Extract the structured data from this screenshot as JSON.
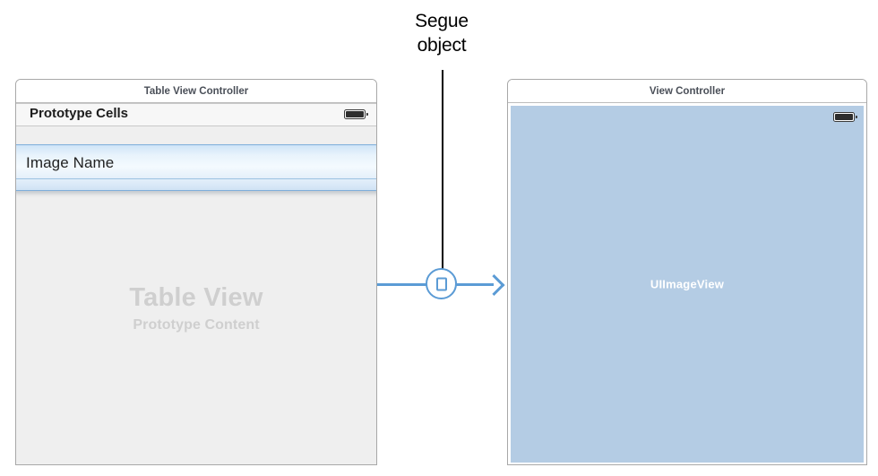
{
  "annotation": {
    "line1": "Segue",
    "line2": "object"
  },
  "scenes": {
    "table_view_controller": {
      "title": "Table View Controller",
      "section_header": "Prototype Cells",
      "prototype_cell_label": "Image Name",
      "watermark_title": "Table View",
      "watermark_subtitle": "Prototype Content",
      "status_icon": "battery-icon"
    },
    "view_controller": {
      "title": "View Controller",
      "image_view_label": "UIImageView",
      "status_icon": "battery-icon"
    }
  },
  "segue": {
    "glyph": "segue-square-icon",
    "arrow": "arrow-right-icon"
  },
  "colors": {
    "accent_blue": "#5b9bd5",
    "image_view_fill": "#b4cce4",
    "table_background": "#efefef",
    "watermark_gray": "#cfcfcf",
    "title_text": "#4a4f58",
    "leader_line": "#000000"
  }
}
